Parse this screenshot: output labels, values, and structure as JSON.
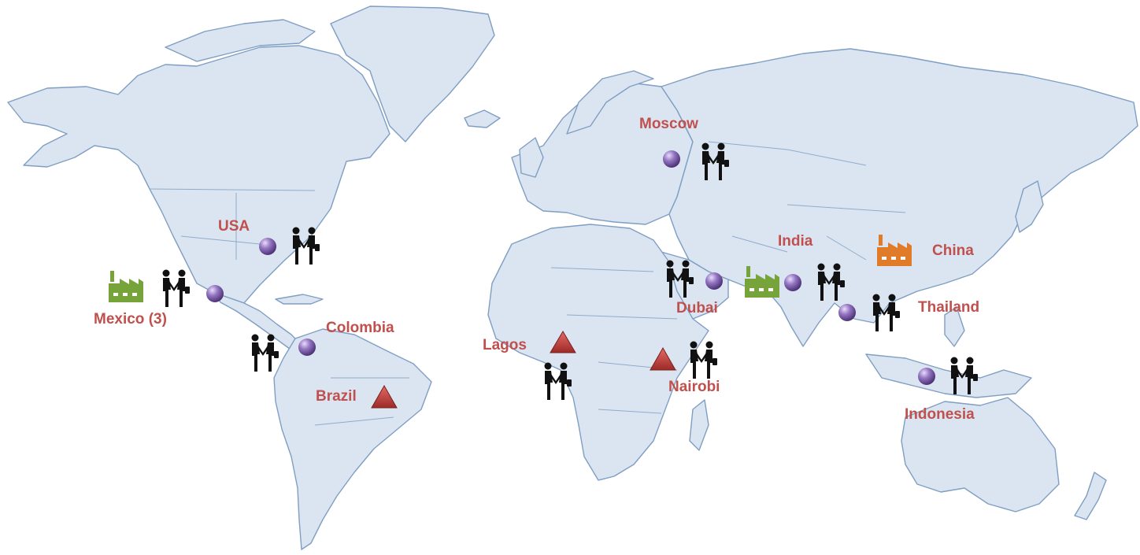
{
  "locations": [
    {
      "key": "usa",
      "label": "USA",
      "marker": "circle",
      "handshake": true,
      "factory": null
    },
    {
      "key": "mexico",
      "label": "Mexico (3)",
      "marker": "circle",
      "handshake": true,
      "factory": "green"
    },
    {
      "key": "colombia",
      "label": "Colombia",
      "marker": "circle",
      "handshake": true,
      "factory": null
    },
    {
      "key": "brazil",
      "label": "Brazil",
      "marker": "triangle",
      "handshake": false,
      "factory": null
    },
    {
      "key": "lagos",
      "label": "Lagos",
      "marker": "triangle",
      "handshake": true,
      "factory": null
    },
    {
      "key": "nairobi",
      "label": "Nairobi",
      "marker": "triangle",
      "handshake": true,
      "factory": null
    },
    {
      "key": "moscow",
      "label": "Moscow",
      "marker": "circle",
      "handshake": true,
      "factory": null
    },
    {
      "key": "dubai",
      "label": "Dubai",
      "marker": "circle",
      "handshake": true,
      "factory": null
    },
    {
      "key": "india",
      "label": "India",
      "marker": "circle",
      "handshake": true,
      "factory": "green"
    },
    {
      "key": "china",
      "label": "China",
      "marker": "none",
      "handshake": false,
      "factory": "orange"
    },
    {
      "key": "thailand",
      "label": "Thailand",
      "marker": "circle",
      "handshake": true,
      "factory": null
    },
    {
      "key": "indonesia",
      "label": "Indonesia",
      "marker": "circle",
      "handshake": true,
      "factory": null
    }
  ],
  "colors": {
    "land": "#dbe5f1",
    "coast": "#7f9ec3",
    "label": "#c0504d",
    "circle": "#7b5ea7",
    "triangle": "#c0504d",
    "factory_green": "#77a33b",
    "factory_orange": "#e07b2a"
  },
  "icons": {
    "circle": "purple-sphere-icon",
    "triangle": "red-triangle-icon",
    "handshake": "handshake-icon",
    "factory": "factory-icon"
  }
}
